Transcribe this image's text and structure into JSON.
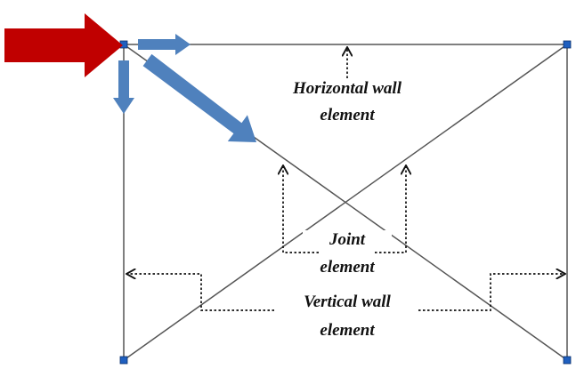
{
  "labels": {
    "horizontal_line1": "Horizontal wall",
    "horizontal_line2": "element",
    "joint_line1": "Joint",
    "joint_line2": "element",
    "vertical_line1": "Vertical wall",
    "vertical_line2": "element"
  },
  "colors": {
    "frame_line": "#555555",
    "node_fill": "#1f5fbf",
    "load_arrow": "#c00000",
    "force_arrows": "#4f81bd",
    "pointer": "#111111",
    "text": "#111111"
  },
  "icons": {
    "load": "red-load-arrow",
    "forces": "blue-force-arrows",
    "nodes": "square-node-markers",
    "pointers": "dotted-pointer-arrows"
  }
}
